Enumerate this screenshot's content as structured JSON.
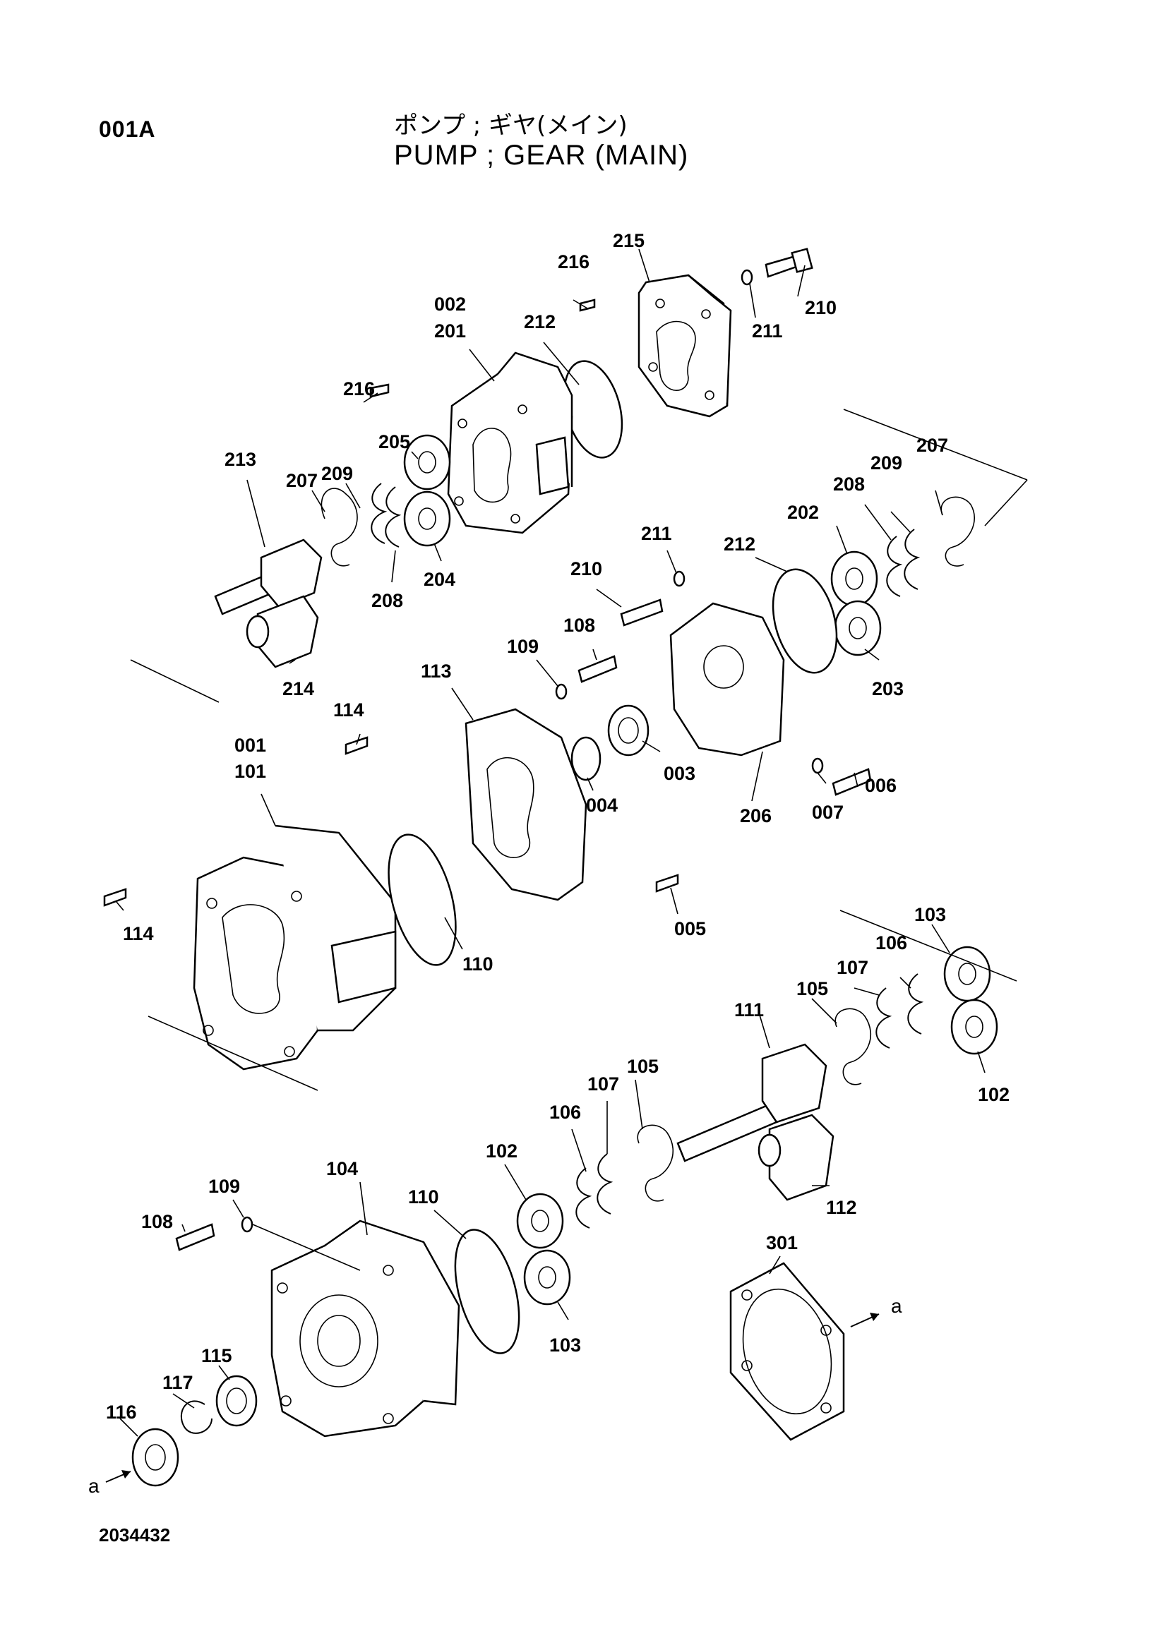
{
  "header": {
    "code": "001A",
    "title_jp": "ポンプ ; ギヤ(メイン)",
    "title_en": "PUMP ; GEAR (MAIN)"
  },
  "footer": {
    "drawing_number": "2034432"
  },
  "callouts": [
    {
      "label": "216"
    },
    {
      "label": "215"
    },
    {
      "label": "210"
    },
    {
      "label": "211"
    },
    {
      "label": "002"
    },
    {
      "label": "201"
    },
    {
      "label": "212"
    },
    {
      "label": "216"
    },
    {
      "label": "205"
    },
    {
      "label": "213"
    },
    {
      "label": "207"
    },
    {
      "label": "209"
    },
    {
      "label": "208"
    },
    {
      "label": "204"
    },
    {
      "label": "214"
    },
    {
      "label": "207"
    },
    {
      "label": "209"
    },
    {
      "label": "208"
    },
    {
      "label": "202"
    },
    {
      "label": "203"
    },
    {
      "label": "211"
    },
    {
      "label": "212"
    },
    {
      "label": "210"
    },
    {
      "label": "109"
    },
    {
      "label": "108"
    },
    {
      "label": "113"
    },
    {
      "label": "114"
    },
    {
      "label": "004"
    },
    {
      "label": "003"
    },
    {
      "label": "206"
    },
    {
      "label": "007"
    },
    {
      "label": "006"
    },
    {
      "label": "001"
    },
    {
      "label": "101"
    },
    {
      "label": "114"
    },
    {
      "label": "110"
    },
    {
      "label": "005"
    },
    {
      "label": "103"
    },
    {
      "label": "106"
    },
    {
      "label": "107"
    },
    {
      "label": "105"
    },
    {
      "label": "111"
    },
    {
      "label": "102"
    },
    {
      "label": "112"
    },
    {
      "label": "105"
    },
    {
      "label": "107"
    },
    {
      "label": "106"
    },
    {
      "label": "102"
    },
    {
      "label": "104"
    },
    {
      "label": "110"
    },
    {
      "label": "109"
    },
    {
      "label": "108"
    },
    {
      "label": "103"
    },
    {
      "label": "301"
    },
    {
      "label": "a"
    },
    {
      "label": "115"
    },
    {
      "label": "117"
    },
    {
      "label": "116"
    },
    {
      "label": "a"
    }
  ]
}
